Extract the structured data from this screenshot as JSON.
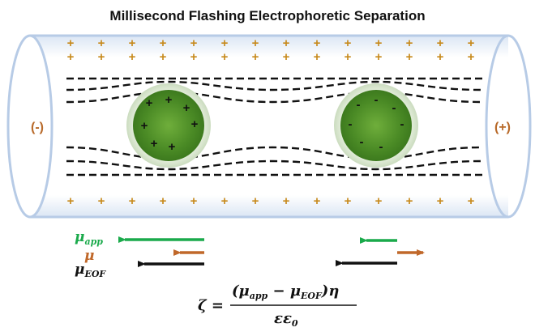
{
  "title": "Millisecond Flashing Electrophoretic Separation",
  "electrodes": {
    "negative": "(-)",
    "positive": "(+)"
  },
  "wall_charge": "+",
  "particles": {
    "positive_charge": "+",
    "negative_charge": "-"
  },
  "legend": {
    "mu_app": {
      "symbol": "μ",
      "subscript": "app",
      "color": "#1aaa4b"
    },
    "mu": {
      "symbol": "μ",
      "subscript": "",
      "color": "#c0682a"
    },
    "mu_eof": {
      "symbol": "μ",
      "subscript": "EOF",
      "color": "#111111"
    }
  },
  "equation": {
    "lhs": "ζ =",
    "numerator_open": "(μ",
    "numerator_sub1": "app",
    "numerator_minus": " − μ",
    "numerator_sub2": "EOF",
    "numerator_close": ")η",
    "denominator": "εε",
    "denominator_sub": "0"
  },
  "colors": {
    "tube_outline": "#b7cbe6",
    "particle_fill": "#4f8f2a",
    "particle_halo": "#cfe0c4",
    "green_arrow": "#1aaa4b",
    "orange_arrow": "#c0682a",
    "black_arrow": "#111111"
  }
}
